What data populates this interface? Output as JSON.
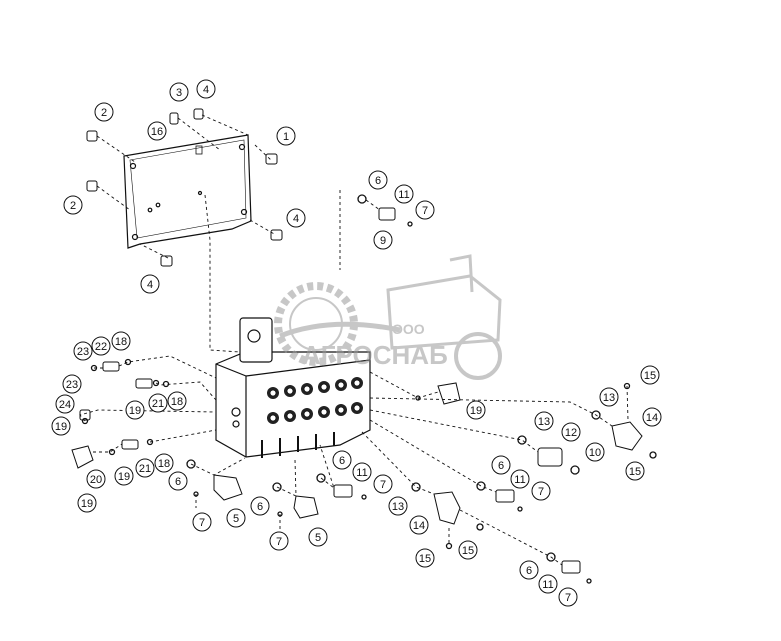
{
  "diagram": {
    "callouts": [
      {
        "id": "c1",
        "n": "1"
      },
      {
        "id": "c2a",
        "n": "2"
      },
      {
        "id": "c2b",
        "n": "2"
      },
      {
        "id": "c3",
        "n": "3"
      },
      {
        "id": "c4a",
        "n": "4"
      },
      {
        "id": "c4b",
        "n": "4"
      },
      {
        "id": "c4c",
        "n": "4"
      },
      {
        "id": "c16",
        "n": "16"
      },
      {
        "id": "c6a",
        "n": "6"
      },
      {
        "id": "c11a",
        "n": "11"
      },
      {
        "id": "c7a",
        "n": "7"
      },
      {
        "id": "c9",
        "n": "9"
      },
      {
        "id": "c23a",
        "n": "23"
      },
      {
        "id": "c22",
        "n": "22"
      },
      {
        "id": "c18a",
        "n": "18"
      },
      {
        "id": "c23b",
        "n": "23"
      },
      {
        "id": "c19a",
        "n": "19"
      },
      {
        "id": "c21a",
        "n": "21"
      },
      {
        "id": "c18b",
        "n": "18"
      },
      {
        "id": "c24",
        "n": "24"
      },
      {
        "id": "c19b",
        "n": "19"
      },
      {
        "id": "c20",
        "n": "20"
      },
      {
        "id": "c19c",
        "n": "19"
      },
      {
        "id": "c21b",
        "n": "21"
      },
      {
        "id": "c19d",
        "n": "19"
      },
      {
        "id": "c18c",
        "n": "18"
      },
      {
        "id": "c6b",
        "n": "6"
      },
      {
        "id": "c7b",
        "n": "7"
      },
      {
        "id": "c5a",
        "n": "5"
      },
      {
        "id": "c6c",
        "n": "6"
      },
      {
        "id": "c7c",
        "n": "7"
      },
      {
        "id": "c5b",
        "n": "5"
      },
      {
        "id": "c6d",
        "n": "6"
      },
      {
        "id": "c11b",
        "n": "11"
      },
      {
        "id": "c7d",
        "n": "7"
      },
      {
        "id": "c13a",
        "n": "13"
      },
      {
        "id": "c14a",
        "n": "14"
      },
      {
        "id": "c15a",
        "n": "15"
      },
      {
        "id": "c15b",
        "n": "15"
      },
      {
        "id": "c19e",
        "n": "19"
      },
      {
        "id": "c13b",
        "n": "13"
      },
      {
        "id": "c12",
        "n": "12"
      },
      {
        "id": "c10",
        "n": "10"
      },
      {
        "id": "c6e",
        "n": "6"
      },
      {
        "id": "c11c",
        "n": "11"
      },
      {
        "id": "c7e",
        "n": "7"
      },
      {
        "id": "c13c",
        "n": "13"
      },
      {
        "id": "c15c",
        "n": "15"
      },
      {
        "id": "c14b",
        "n": "14"
      },
      {
        "id": "c15d",
        "n": "15"
      },
      {
        "id": "c6f",
        "n": "6"
      },
      {
        "id": "c11d",
        "n": "11"
      },
      {
        "id": "c7f",
        "n": "7"
      }
    ]
  },
  "watermark": {
    "prefix": "ООО",
    "name": "АГРОСНАБ",
    "color": "#9a9a9a"
  },
  "colors": {
    "line": "#111111",
    "label_bg": "#ffffff"
  }
}
